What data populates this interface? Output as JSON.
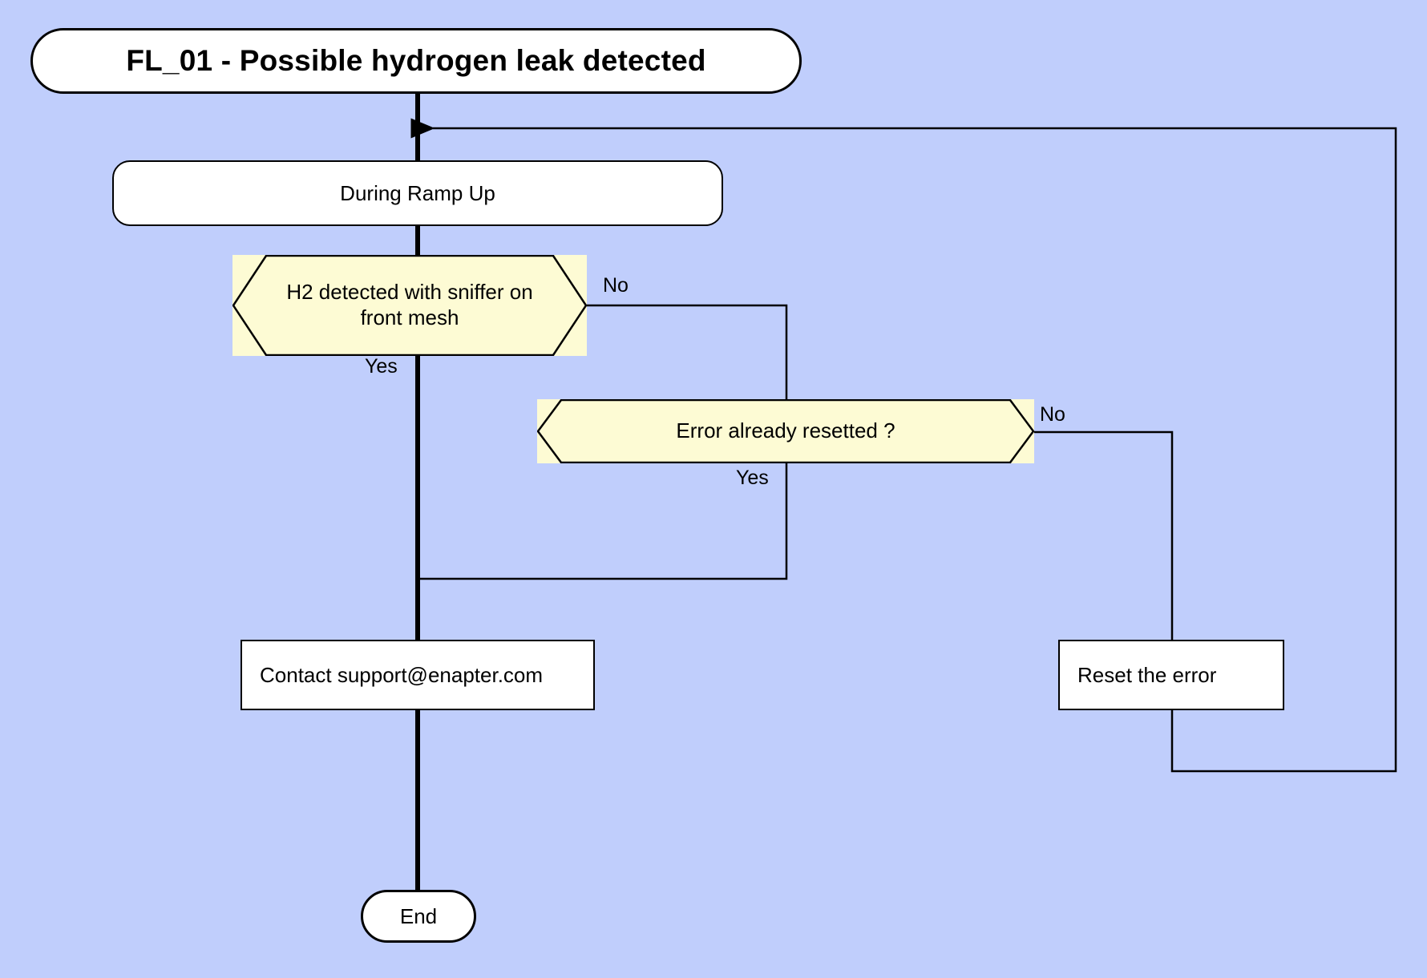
{
  "diagram": {
    "type": "flowchart",
    "title": "FL_01 - Possible hydrogen leak detected",
    "background_color": "#c0cefc",
    "node_fill": "#ffffff",
    "decision_fill": "#fdfbd4",
    "stroke_color": "#000000"
  },
  "nodes": {
    "title": {
      "label": "FL_01 - Possible hydrogen leak detected",
      "shape": "stadium"
    },
    "ramp_up": {
      "label": "During Ramp Up",
      "shape": "rounded-rect"
    },
    "decision_sniffer": {
      "label_line1": "H2 detected with sniffer on",
      "label_line2": "front mesh",
      "shape": "hexagon"
    },
    "decision_reset": {
      "label": "Error already resetted ?",
      "shape": "hexagon"
    },
    "contact_support": {
      "label": "Contact support@enapter.com",
      "shape": "rect"
    },
    "reset_error": {
      "label": "Reset the error",
      "shape": "rect"
    },
    "end": {
      "label": "End",
      "shape": "stadium"
    }
  },
  "edge_labels": {
    "sniffer_no": "No",
    "sniffer_yes": "Yes",
    "reset_no": "No",
    "reset_yes": "Yes"
  },
  "edges": [
    {
      "from": "title",
      "to": "ramp_up",
      "label": ""
    },
    {
      "from": "ramp_up",
      "to": "decision_sniffer",
      "label": ""
    },
    {
      "from": "decision_sniffer",
      "to": "decision_reset",
      "label": "No"
    },
    {
      "from": "decision_sniffer",
      "to": "contact_support",
      "label": "Yes"
    },
    {
      "from": "decision_reset",
      "to": "contact_support",
      "label": "Yes"
    },
    {
      "from": "decision_reset",
      "to": "reset_error",
      "label": "No"
    },
    {
      "from": "reset_error",
      "to": "ramp_up",
      "label": ""
    },
    {
      "from": "contact_support",
      "to": "end",
      "label": ""
    }
  ]
}
